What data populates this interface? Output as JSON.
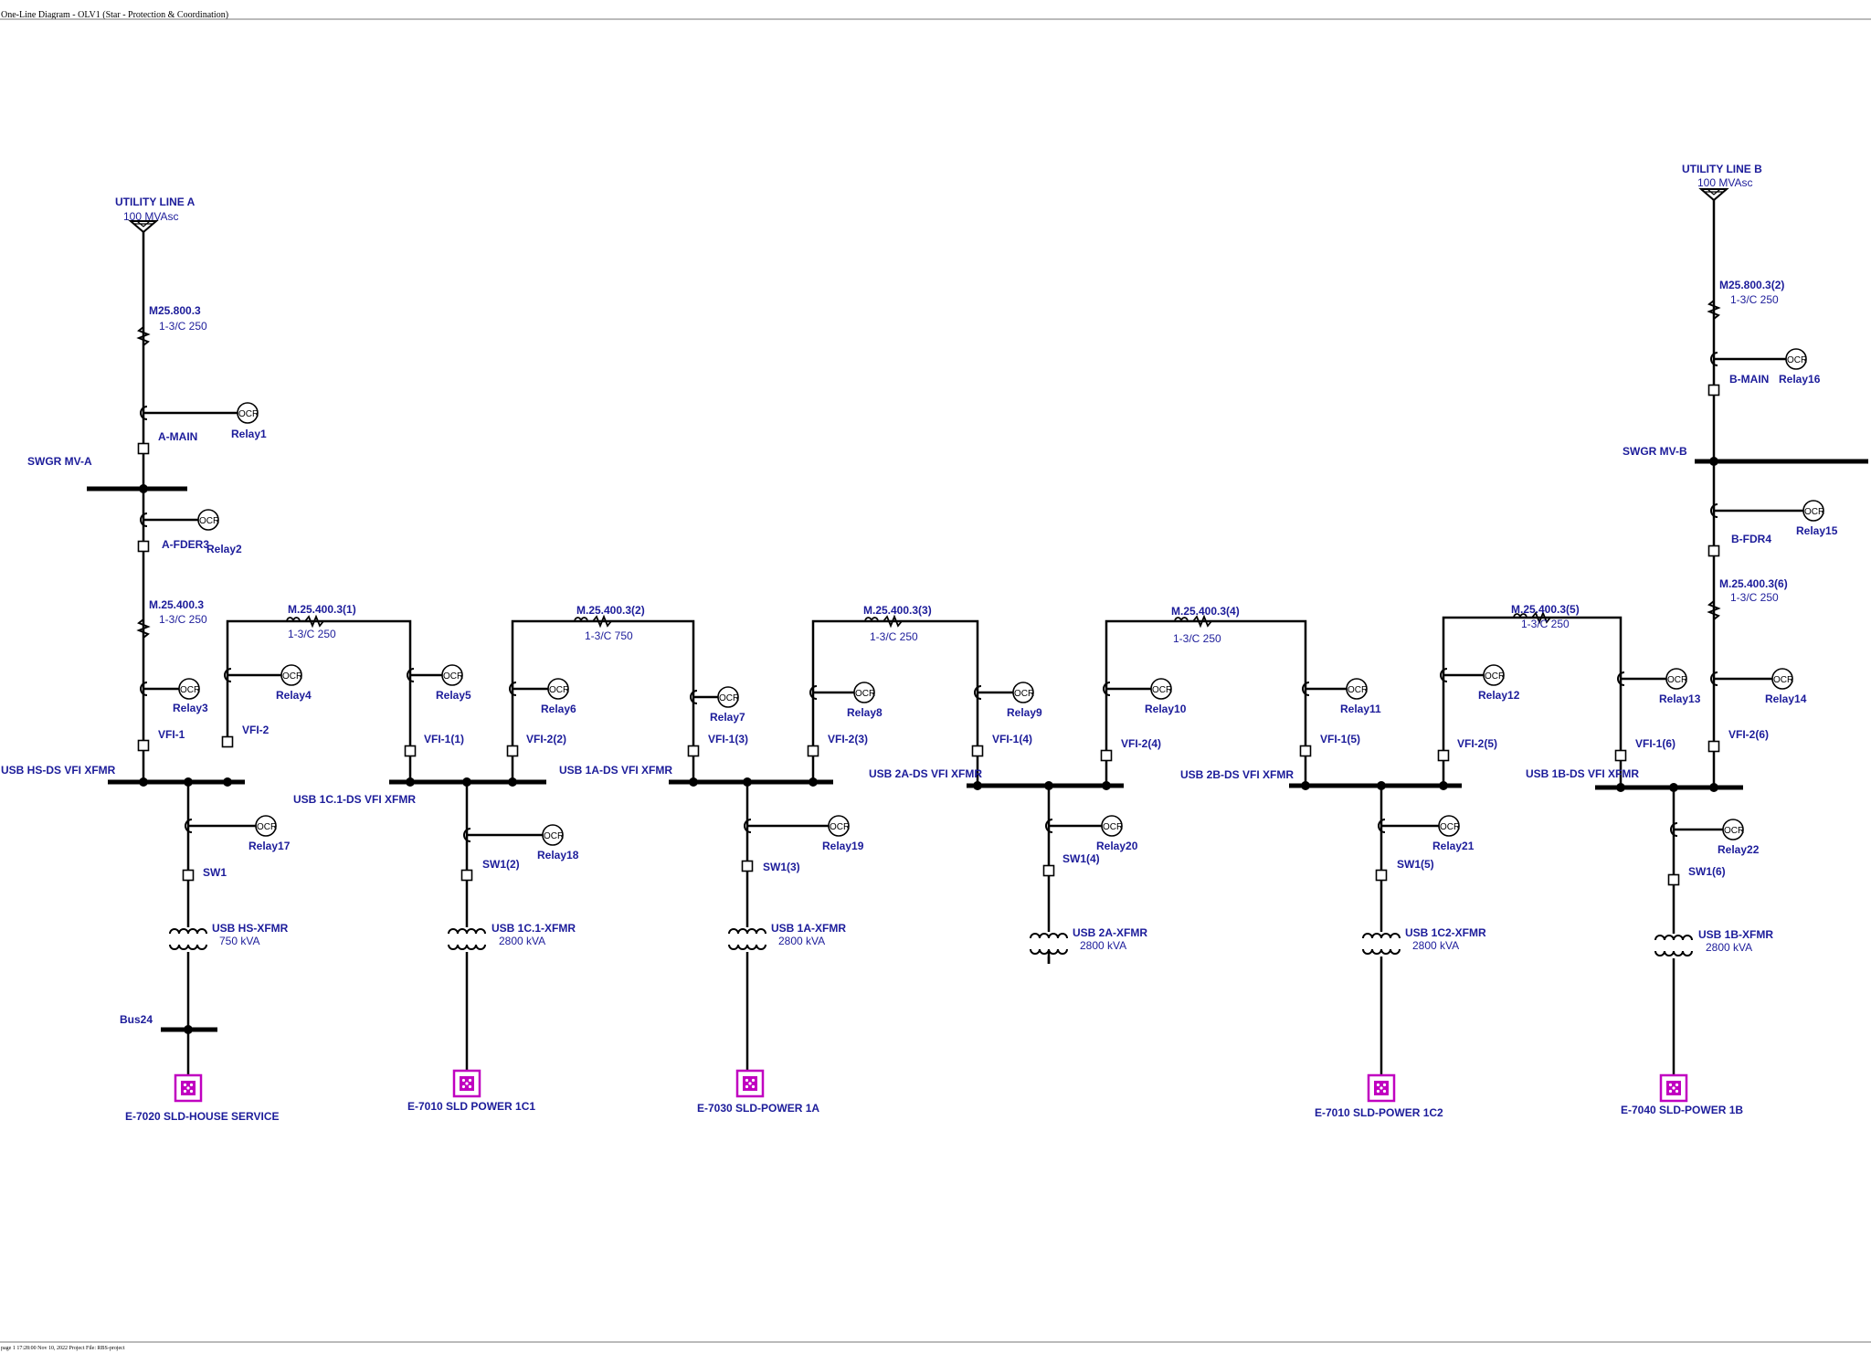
{
  "header": {
    "title": "One-Line Diagram  -  OLV1 (Star - Protection & Coordination)"
  },
  "footer": {
    "text": "page 1      17:28:00    Nov 10, 2022      Project File: RBS-project"
  },
  "colors": {
    "wire": "#000000",
    "label": "#1c1c9a",
    "composite": "#c000c0"
  },
  "utilities": [
    {
      "name": "UTILITY LINE A",
      "rating": "100 MVAsc"
    },
    {
      "name": "UTILITY LINE B",
      "rating": "100 MVAsc"
    }
  ],
  "buses": [
    {
      "name": "SWGR MV-A"
    },
    {
      "name": "SWGR MV-B"
    },
    {
      "name": "USB HS-DS VFI XFMR"
    },
    {
      "name": "USB 1C.1-DS VFI XFMR"
    },
    {
      "name": "USB 1A-DS VFI XFMR"
    },
    {
      "name": "USB 2A-DS VFI XFMR"
    },
    {
      "name": "USB 2B-DS VFI XFMR"
    },
    {
      "name": "USB 1B-DS VFI XFMR"
    },
    {
      "name": "Bus24"
    }
  ],
  "cables": [
    {
      "id": "M25.800.3",
      "spec": "1-3/C 250"
    },
    {
      "id": "M.25.400.3",
      "spec": "1-3/C 250"
    },
    {
      "id": "M.25.400.3(1)",
      "spec": "1-3/C 250"
    },
    {
      "id": "M.25.400.3(2)",
      "spec": "1-3/C 750"
    },
    {
      "id": "M.25.400.3(3)",
      "spec": "1-3/C 250"
    },
    {
      "id": "M.25.400.3(4)",
      "spec": "1-3/C 250"
    },
    {
      "id": "M.25.400.3(5)",
      "spec": "1-3/C 250"
    },
    {
      "id": "M25.800.3(2)",
      "spec": "1-3/C 250"
    },
    {
      "id": "M.25.400.3(6)",
      "spec": "1-3/C 250"
    }
  ],
  "breakers": [
    "A-MAIN",
    "A-FDER3",
    "B-MAIN",
    "B-FDR4",
    "VFI-1",
    "VFI-2",
    "VFI-1(1)",
    "VFI-2(2)",
    "VFI-1(3)",
    "VFI-2(3)",
    "VFI-1(4)",
    "VFI-2(4)",
    "VFI-1(5)",
    "VFI-2(5)",
    "VFI-1(6)",
    "VFI-2(6)",
    "SW1",
    "SW1(2)",
    "SW1(3)",
    "SW1(4)",
    "SW1(5)",
    "SW1(6)"
  ],
  "relay_symbol": "OCR",
  "relays": [
    "Relay1",
    "Relay2",
    "Relay3",
    "Relay4",
    "Relay5",
    "Relay6",
    "Relay7",
    "Relay8",
    "Relay9",
    "Relay10",
    "Relay11",
    "Relay12",
    "Relay13",
    "Relay14",
    "Relay15",
    "Relay16",
    "Relay17",
    "Relay18",
    "Relay19",
    "Relay20",
    "Relay21",
    "Relay22"
  ],
  "transformers": [
    {
      "name": "USB HS-XFMR",
      "rating": "750 kVA"
    },
    {
      "name": "USB 1C.1-XFMR",
      "rating": "2800 kVA"
    },
    {
      "name": "USB 1A-XFMR",
      "rating": "2800 kVA"
    },
    {
      "name": "USB 2A-XFMR",
      "rating": "2800 kVA"
    },
    {
      "name": "USB 1C2-XFMR",
      "rating": "2800 kVA"
    },
    {
      "name": "USB 1B-XFMR",
      "rating": "2800 kVA"
    }
  ],
  "composites": [
    "E-7020  SLD-HOUSE SERVICE",
    "E-7010 SLD POWER 1C1",
    "E-7030 SLD-POWER 1A",
    "E-7010 SLD-POWER 1C2",
    "E-7040 SLD-POWER 1B"
  ]
}
